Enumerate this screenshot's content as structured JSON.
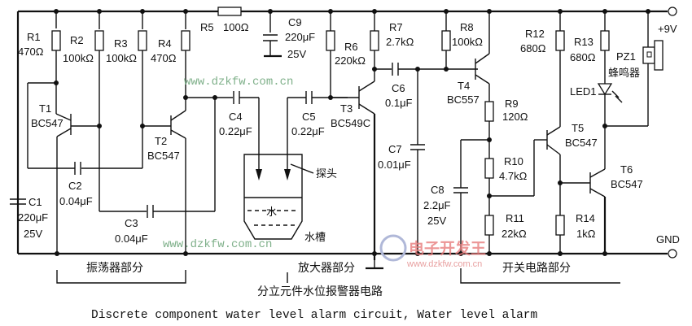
{
  "title_cn": "分立元件水位报警器电路",
  "title_en": "Discrete component water level alarm circuit, Water level alarm",
  "sections": {
    "oscillator": "振荡器部分",
    "amplifier": "放大器部分",
    "switch": "开关电路部分"
  },
  "rails": {
    "vcc": "+9V",
    "gnd": "GND"
  },
  "components": {
    "R1": {
      "name": "R1",
      "value": "470Ω"
    },
    "R2": {
      "name": "R2",
      "value": "100kΩ"
    },
    "R3": {
      "name": "R3",
      "value": "100kΩ"
    },
    "R4": {
      "name": "R4",
      "value": "470Ω"
    },
    "R5": {
      "name": "R5",
      "value": "100Ω"
    },
    "R6": {
      "name": "R6",
      "value": "220kΩ"
    },
    "R7": {
      "name": "R7",
      "value": "2.7kΩ"
    },
    "R8": {
      "name": "R8",
      "value": "100kΩ"
    },
    "R9": {
      "name": "R9",
      "value": "120Ω"
    },
    "R10": {
      "name": "R10",
      "value": "4.7kΩ"
    },
    "R11": {
      "name": "R11",
      "value": "22kΩ"
    },
    "R12": {
      "name": "R12",
      "value": "680Ω"
    },
    "R13": {
      "name": "R13",
      "value": "680Ω"
    },
    "R14": {
      "name": "R14",
      "value": "1kΩ"
    },
    "C1": {
      "name": "C1",
      "value": "220μF",
      "voltage": "25V"
    },
    "C2": {
      "name": "C2",
      "value": "0.04μF"
    },
    "C3": {
      "name": "C3",
      "value": "0.04μF"
    },
    "C4": {
      "name": "C4",
      "value": "0.22μF"
    },
    "C5": {
      "name": "C5",
      "value": "0.22μF"
    },
    "C6": {
      "name": "C6",
      "value": "0.1μF"
    },
    "C7": {
      "name": "C7",
      "value": "0.01μF"
    },
    "C8": {
      "name": "C8",
      "value": "2.2μF",
      "voltage": "25V"
    },
    "C9": {
      "name": "C9",
      "value": "220μF",
      "voltage": "25V"
    },
    "T1": {
      "name": "T1",
      "part": "BC547"
    },
    "T2": {
      "name": "T2",
      "part": "BC547"
    },
    "T3": {
      "name": "T3",
      "part": "BC549C"
    },
    "T4": {
      "name": "T4",
      "part": "BC557"
    },
    "T5": {
      "name": "T5",
      "part": "BC547"
    },
    "T6": {
      "name": "T6",
      "part": "BC547"
    },
    "LED1": {
      "name": "LED1"
    },
    "PZ1": {
      "name": "PZ1",
      "desc": "蜂鸣器"
    }
  },
  "tank": {
    "probe_label": "探头",
    "water_label": "水",
    "tank_label": "水槽"
  },
  "watermark": {
    "url": "www.dzkfw.com.cn",
    "brand_cn": "电子开发王"
  }
}
